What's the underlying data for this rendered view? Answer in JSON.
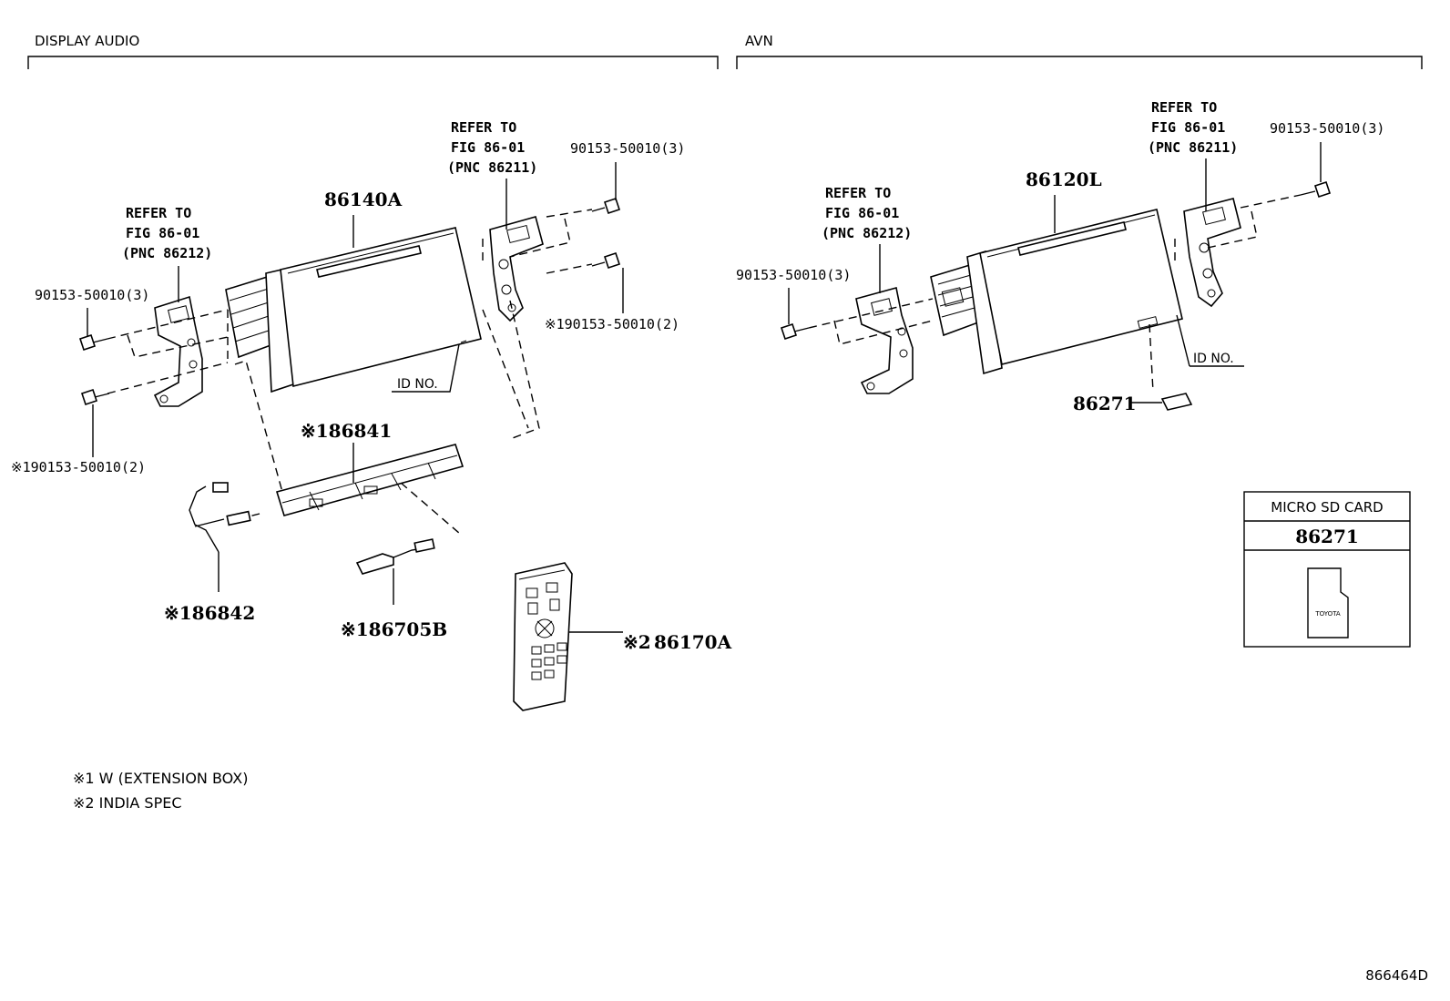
{
  "sections": {
    "display_audio": "DISPLAY AUDIO",
    "avn": "AVN"
  },
  "display_audio": {
    "refer_right": [
      "REFER TO",
      "FIG 86-01",
      "(PNC 86211)"
    ],
    "refer_left": [
      "REFER TO",
      "FIG 86-01",
      "(PNC 86212)"
    ],
    "main_unit": "86140A",
    "bolt_right_top": "90153-50010(3)",
    "bolt_right_mid": "※190153-50010(2)",
    "bolt_left_top": "90153-50010(3)",
    "bolt_left_bot": "※190153-50010(2)",
    "id_no": "ID NO.",
    "ext_box": "※186841",
    "harness_a": "※186842",
    "harness_b": "※186705B",
    "remote": "※2",
    "remote_no": "86170A"
  },
  "avn": {
    "refer_right": [
      "REFER TO",
      "FIG 86-01",
      "(PNC 86211)"
    ],
    "refer_left": [
      "REFER TO",
      "FIG 86-01",
      "(PNC 86212)"
    ],
    "main_unit": "86120L",
    "bolt_right": "90153-50010(3)",
    "bolt_left": "90153-50010(3)",
    "id_no": "ID NO.",
    "sd_card": "86271"
  },
  "sd_box": {
    "title": "MICRO SD CARD",
    "part_no": "86271",
    "card_logo": "TOYOTA"
  },
  "notes": [
    "※1 W (EXTENSION BOX)",
    "※2 INDIA SPEC"
  ],
  "figure_id": "866464D"
}
